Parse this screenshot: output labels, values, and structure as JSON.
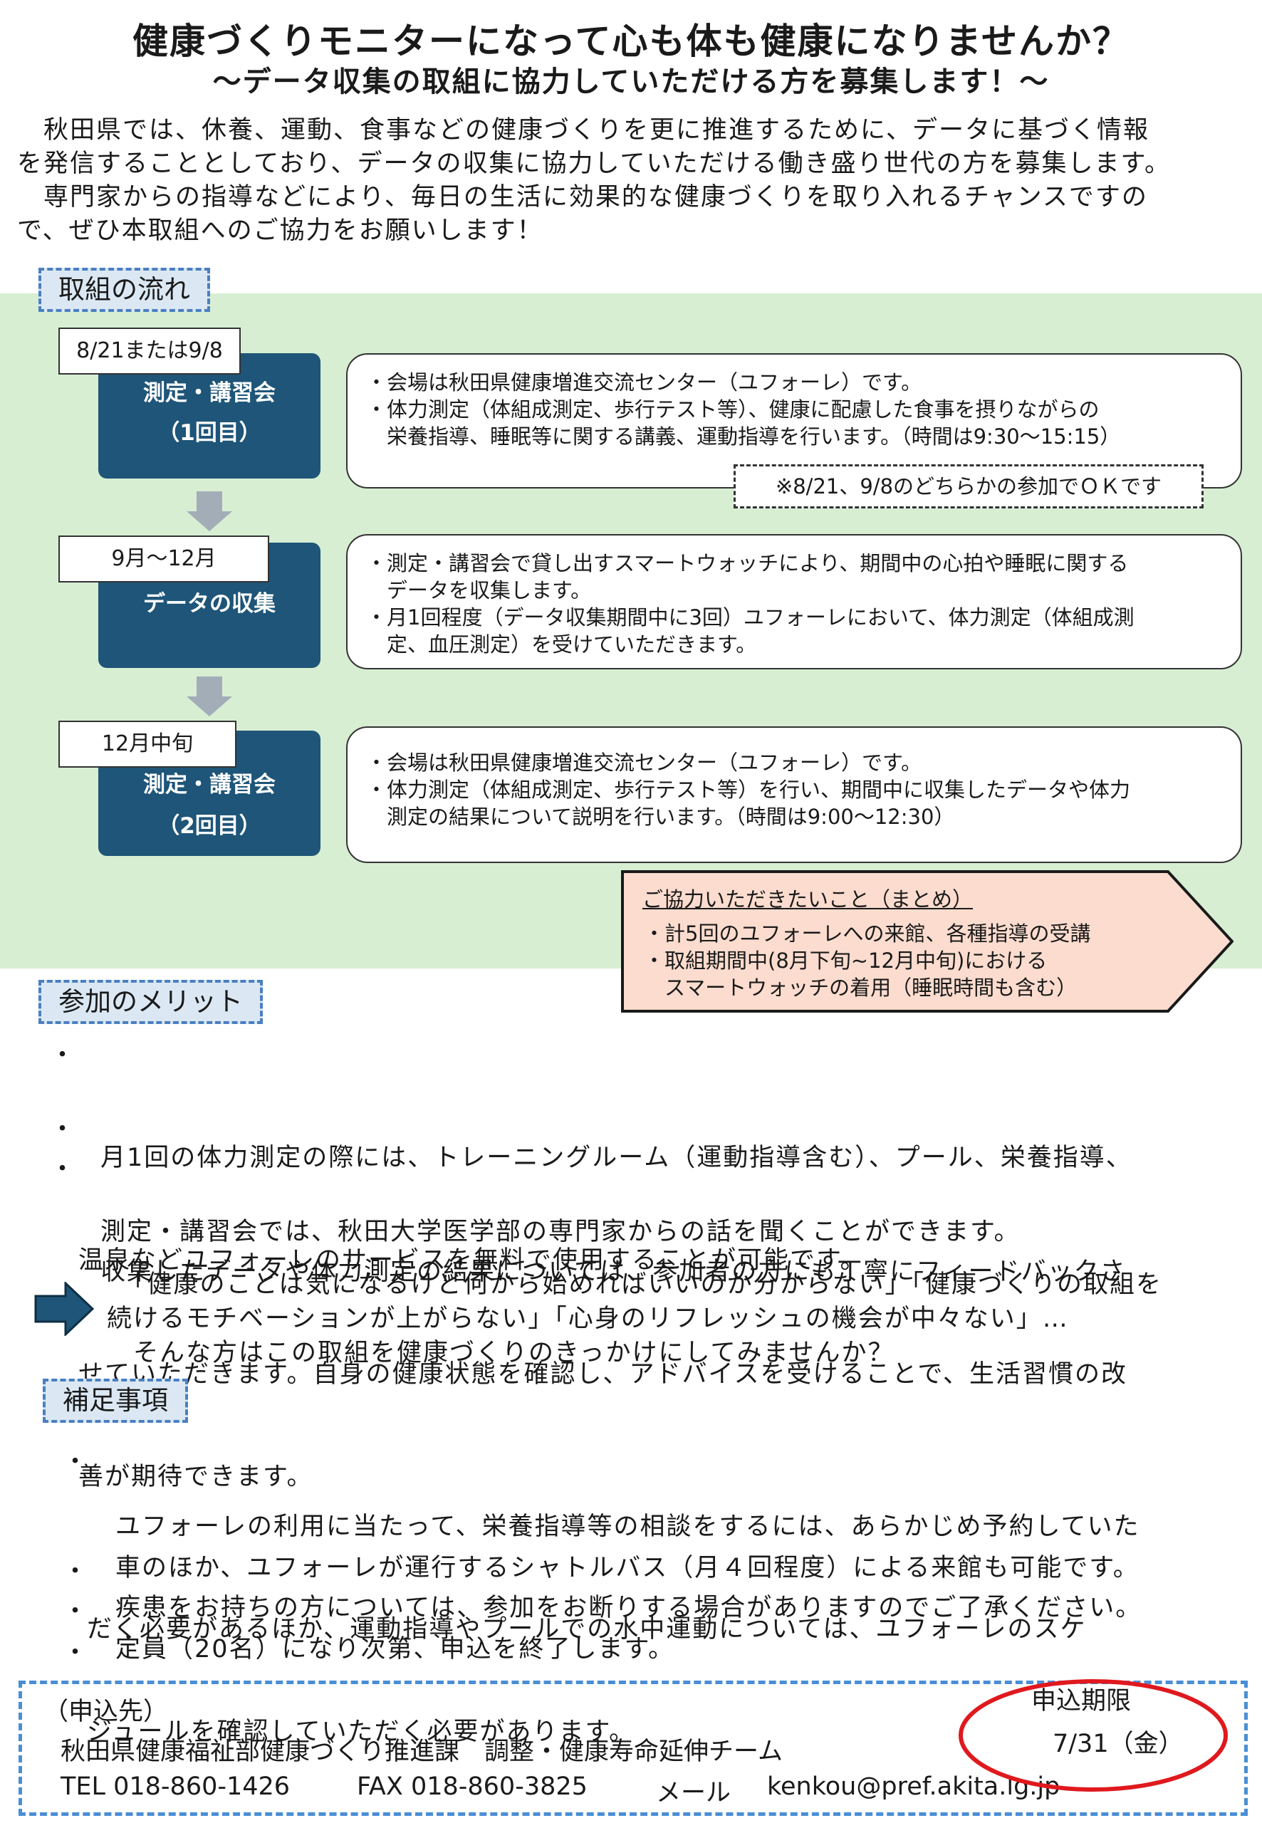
{
  "header": {
    "title": "健康づくりモニターになって心も体も健康になりませんか？",
    "subtitle": "～データ収集の取組に協力していただける方を募集します！～"
  },
  "intro": {
    "lines": [
      "　秋田県では、休養、運動、食事などの健康づくりを更に推進するために、データに基づく情報",
      "を発信することとしており、データの収集に協力していただける働き盛り世代の方を募集します。",
      "　専門家からの指導などにより、毎日の生活に効果的な健康づくりを取り入れるチャンスですの",
      "で、ぜひ本取組へのご協力をお願いします！"
    ]
  },
  "flow": {
    "heading": "取組の流れ",
    "steps": [
      {
        "date": "8/21または9/8",
        "title_lines": [
          "測定・講習会",
          "（1回目）"
        ],
        "desc_lines": [
          "・会場は秋田県健康増進交流センター（ユフォーレ）です。",
          "・体力測定（体組成測定、歩行テスト等）、健康に配慮した食事を摂りながらの",
          "　栄養指導、睡眠等に関する講義、運動指導を行います。（時間は9:30～15:15）"
        ]
      },
      {
        "date": "9月～12月",
        "title_lines": [
          "データの収集"
        ],
        "desc_lines": [
          "・測定・講習会で貸し出すスマートウォッチにより、期間中の心拍や睡眠に関する",
          "　データを収集します。",
          "・月1回程度（データ収集期間中に3回）ユフォーレにおいて、体力測定（体組成測",
          "　定、血圧測定）を受けていただきます。"
        ]
      },
      {
        "date": "12月中旬",
        "title_lines": [
          "測定・講習会",
          "（2回目）"
        ],
        "desc_lines": [
          "・会場は秋田県健康増進交流センター（ユフォーレ）です。",
          "・体力測定（体組成測定、歩行テスト等）を行い、期間中に収集したデータや体力",
          "　測定の結果について説明を行います。（時間は9:00～12:30）"
        ]
      }
    ],
    "note": "※8/21、9/8のどちらかの参加でＯＫです",
    "summary": {
      "title": "ご協力いただきたいこと（まとめ）",
      "lines": [
        "・計5回のユフォーレへの来館、各種指導の受講",
        "・取組期間中(8月下旬~12月中旬)における",
        "　スマートウォッチの着用（睡眠時間も含む）"
      ]
    }
  },
  "merits": {
    "heading": "参加のメリット",
    "bullet": "・",
    "items": [
      [
        "　月1回の体力測定の際には、トレーニングルーム（運動指導含む）、プール、栄養指導、",
        "温泉などユフォーレのサービスを無料で使用することが可能です。"
      ],
      [
        "　測定・講習会では、秋田大学医学部の専門家からの話を聞くことができます。"
      ],
      [
        "　収集したデータや体力測定の結果については、参加者の方にも丁寧にフィードバックさ",
        "せていただきます。自身の健康状態を確認し、アドバイスを受けることで、生活習慣の改",
        "善が期待できます。"
      ]
    ],
    "callout_lines": [
      "　「健康のことは気になるけど何から始めればいいのか分からない」「健康づくりの取組を",
      "続けるモチベーションが上がらない」「心身のリフレッシュの機会が中々ない」…",
      "　そんな方はこの取組を健康づくりのきっかけにしてみませんか？"
    ]
  },
  "supplement": {
    "heading": "補足事項",
    "bullet": "・",
    "items": [
      [
        "ユフォーレの利用に当たって、栄養指導等の相談をするには、あらかじめ予約していた",
        "だく必要があるほか、運動指導やプールでの水中運動については、ユフォーレのスケ",
        "ジュールを確認していただく必要があります。"
      ],
      [
        "車のほか、ユフォーレが運行するシャトルバス（月４回程度）による来館も可能です。"
      ],
      [
        "疾患をお持ちの方については、参加をお断りする場合がありますのでご了承ください。"
      ],
      [
        "定員（20名）になり次第、申込を終了します。"
      ]
    ]
  },
  "contact": {
    "heading": "（申込先）",
    "department": "秋田県健康福祉部健康づくり推進課　調整・健康寿命延伸チーム",
    "tel": "TEL 018-860-1426",
    "fax": "FAX 018-860-3825",
    "mail_label": "メール",
    "mail": "kenkou@pref.akita.lg.jp",
    "deadline_label": "申込期限",
    "deadline_date": "7/31（金）"
  },
  "colors": {
    "step_box": "#1e5578",
    "flow_background": "#d7eed3",
    "summary_fill": "#fbdcce",
    "dashed_blue": "#4a8ed6",
    "deadline_ring": "#e0191e",
    "down_arrow": "#a3adb8"
  },
  "icons": {
    "flow_arrow": "down-arrow-icon",
    "callout_arrow": "right-arrow-icon"
  }
}
